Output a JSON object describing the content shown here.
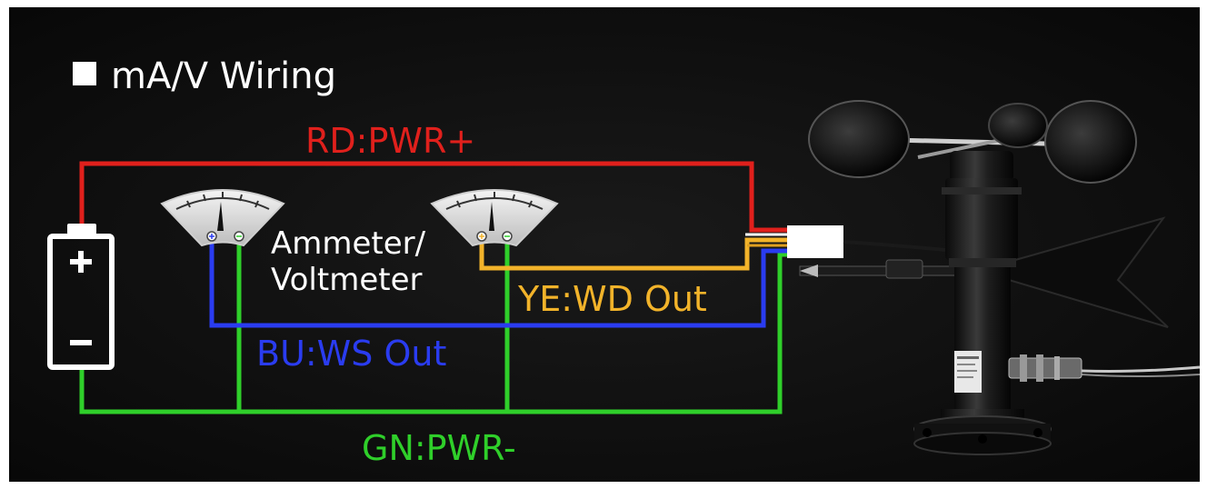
{
  "title": "mA/V Wiring",
  "wires": {
    "red": "RD:PWR+",
    "yellow": "YE:WD Out",
    "blue": "BU:WS Out",
    "green": "GN:PWR-"
  },
  "meter_label": {
    "line1": "Ammeter/",
    "line2": "Voltmeter"
  },
  "battery": {
    "plus": "+",
    "minus": "−"
  },
  "colors": {
    "background": "#0d0d0d",
    "red": "#e0201c",
    "yellow": "#f2b32a",
    "blue": "#2a3cf0",
    "green": "#2fcf2a"
  },
  "icons": [
    "battery-icon",
    "ammeter-icon",
    "voltmeter-icon",
    "connector-icon",
    "anemometer-icon"
  ]
}
